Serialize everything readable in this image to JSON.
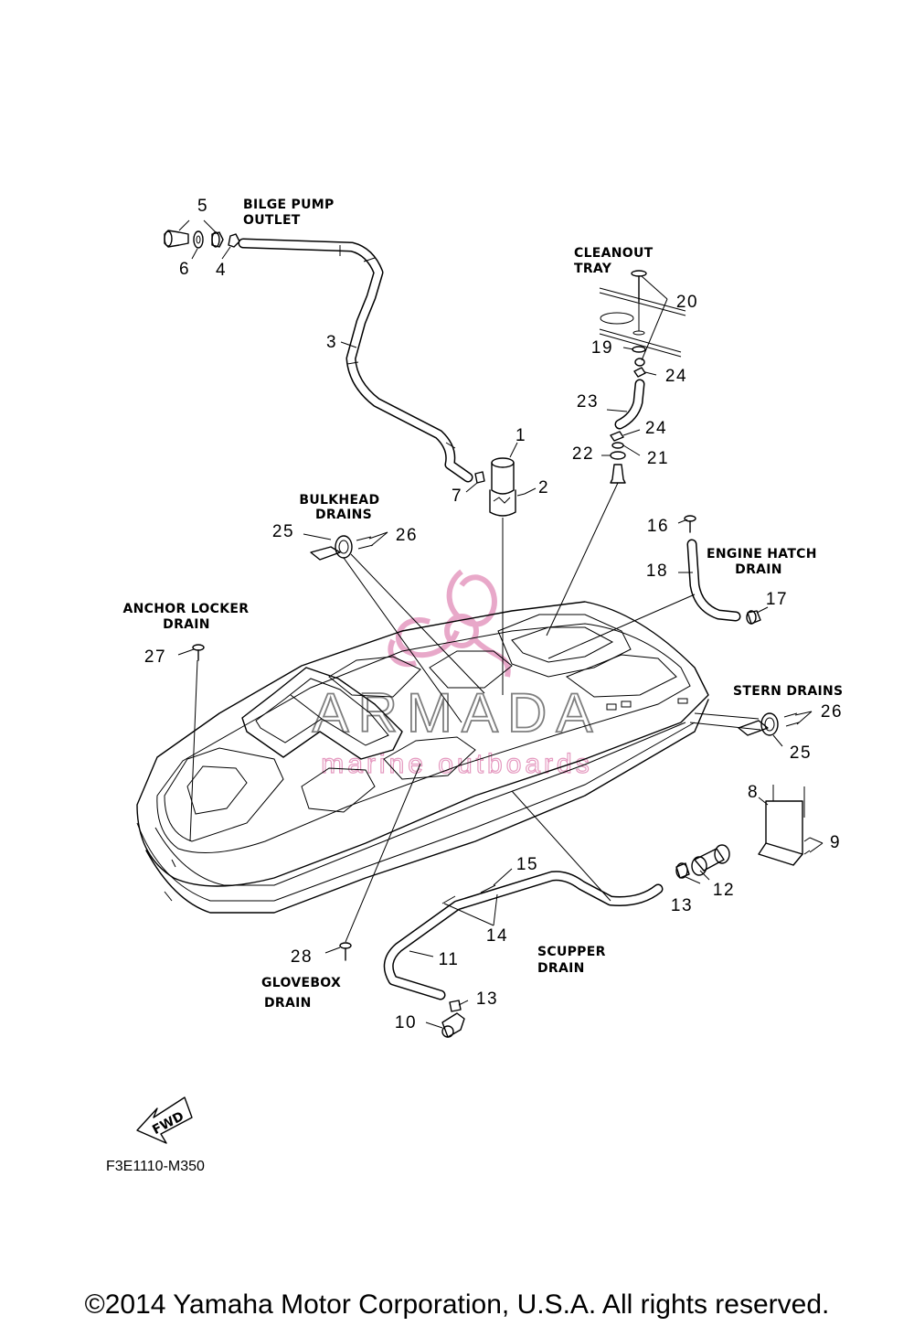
{
  "diagram": {
    "code": "F3E1110-M350",
    "fwd_text": "FWD",
    "copyright": "©2014 Yamaha Motor Corporation, U.S.A. All rights reserved.",
    "watermark": {
      "brand": "ARMADA",
      "tagline": "marine outboards",
      "color": "#e59ac0"
    },
    "callouts": {
      "bilge_pump_outlet": [
        "BILGE PUMP",
        "OUTLET"
      ],
      "cleanout_tray": [
        "CLEANOUT",
        "TRAY"
      ],
      "bulkhead_drains": [
        "BULKHEAD",
        "DRAINS"
      ],
      "engine_hatch_drain": [
        "ENGINE HATCH",
        "DRAIN"
      ],
      "anchor_locker_drain": [
        "ANCHOR LOCKER",
        "DRAIN"
      ],
      "stern_drains": [
        "STERN DRAINS"
      ],
      "scupper_drain": [
        "SCUPPER",
        "DRAIN"
      ],
      "glovebox_drain": [
        "GLOVEBOX",
        "DRAIN"
      ]
    },
    "part_numbers": [
      {
        "id": "p5",
        "text": "5"
      },
      {
        "id": "p6",
        "text": "6"
      },
      {
        "id": "p4",
        "text": "4"
      },
      {
        "id": "p3",
        "text": "3"
      },
      {
        "id": "p1",
        "text": "1"
      },
      {
        "id": "p7",
        "text": "7"
      },
      {
        "id": "p2",
        "text": "2"
      },
      {
        "id": "p20",
        "text": "20"
      },
      {
        "id": "p19",
        "text": "19"
      },
      {
        "id": "p24a",
        "text": "24"
      },
      {
        "id": "p23",
        "text": "23"
      },
      {
        "id": "p24b",
        "text": "24"
      },
      {
        "id": "p22",
        "text": "22"
      },
      {
        "id": "p21",
        "text": "21"
      },
      {
        "id": "p25a",
        "text": "25"
      },
      {
        "id": "p26a",
        "text": "26"
      },
      {
        "id": "p16",
        "text": "16"
      },
      {
        "id": "p18",
        "text": "18"
      },
      {
        "id": "p17",
        "text": "17"
      },
      {
        "id": "p27",
        "text": "27"
      },
      {
        "id": "p26b",
        "text": "26"
      },
      {
        "id": "p25b",
        "text": "25"
      },
      {
        "id": "p8",
        "text": "8"
      },
      {
        "id": "p9",
        "text": "9"
      },
      {
        "id": "p15",
        "text": "15"
      },
      {
        "id": "p12",
        "text": "12"
      },
      {
        "id": "p13a",
        "text": "13"
      },
      {
        "id": "p14",
        "text": "14"
      },
      {
        "id": "p28",
        "text": "28"
      },
      {
        "id": "p11",
        "text": "11"
      },
      {
        "id": "p13b",
        "text": "13"
      },
      {
        "id": "p10",
        "text": "10"
      }
    ]
  }
}
